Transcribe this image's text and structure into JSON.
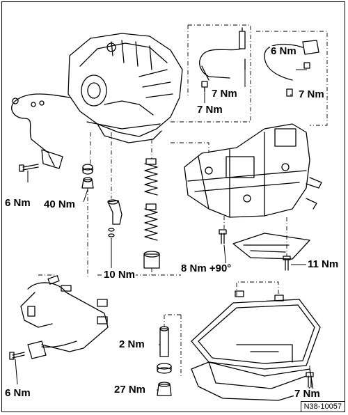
{
  "labels": {
    "speed_sensor_top_left": "7 Nm",
    "speed_sensor_top_right": "7 Nm",
    "sensor_bracket_right": "6 Nm",
    "sensor_bracket_right_bolt": "7 Nm",
    "solenoid_bolt_left": "6 Nm",
    "drain_plug_40": "40 Nm",
    "strainer_10": "10 Nm",
    "valve_body_bolt": "8 Nm +90°",
    "pan_filter_bolt": "11 Nm",
    "harness_connector_bolt": "6 Nm",
    "level_tube": "2 Nm",
    "drain_plug_27": "27 Nm",
    "pan_bolt": "7 Nm"
  },
  "figure_id": "N38-10057"
}
